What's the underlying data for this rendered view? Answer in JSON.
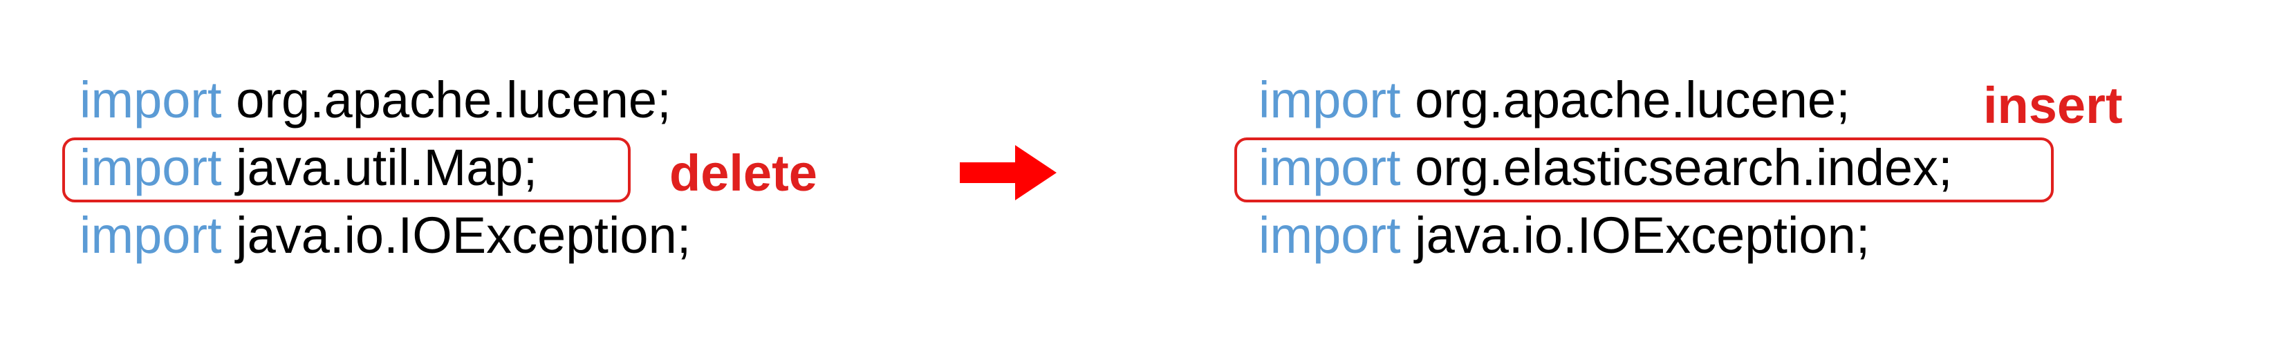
{
  "before": {
    "lines": [
      {
        "keyword": "import",
        "text": "org.apache.lucene;"
      },
      {
        "keyword": "import",
        "text": "java.util.Map;"
      },
      {
        "keyword": "import",
        "text": "java.io.IOException;"
      }
    ],
    "tag": "delete"
  },
  "after": {
    "lines": [
      {
        "keyword": "import",
        "text": "org.apache.lucene;"
      },
      {
        "keyword": "import",
        "text": "org.elasticsearch.index;"
      },
      {
        "keyword": "import",
        "text": "java.io.IOException;"
      }
    ],
    "tag": "insert"
  },
  "colors": {
    "keyword": "#5b9bd5",
    "text": "#000000",
    "highlight": "#e0201e",
    "arrow": "#ff0000"
  },
  "icons": {
    "transition": "right-arrow-icon"
  }
}
